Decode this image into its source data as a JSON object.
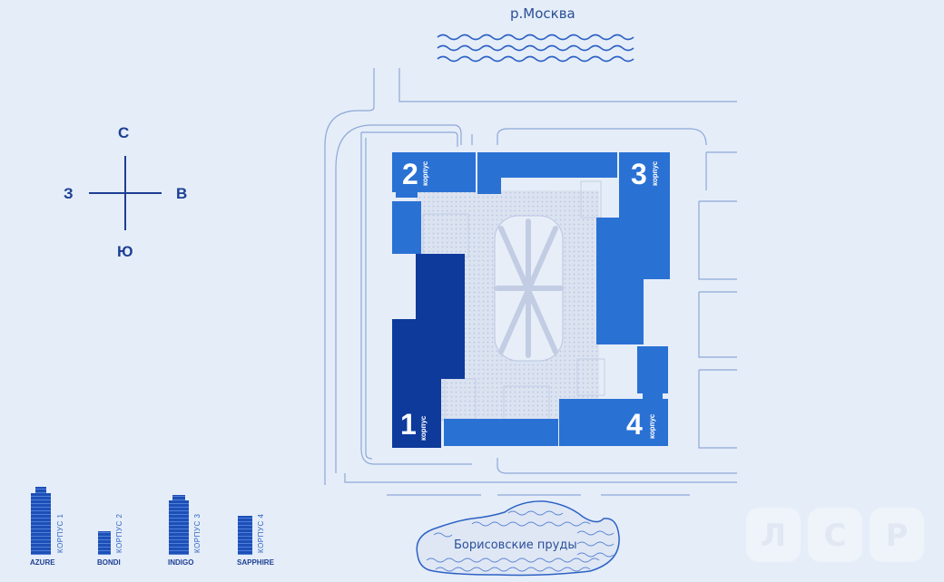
{
  "river_label": "р.Москва",
  "pond_label": "Борисовские пруды",
  "compass": {
    "north": "С",
    "south": "Ю",
    "west": "З",
    "east": "В"
  },
  "buildings": [
    {
      "number": "1",
      "word": "корпус",
      "color": "#0e3a9c"
    },
    {
      "number": "2",
      "word": "корпус",
      "color": "#2a71d4"
    },
    {
      "number": "3",
      "word": "корпус",
      "color": "#2a71d4"
    },
    {
      "number": "4",
      "word": "корпус",
      "color": "#2a71d4"
    }
  ],
  "legend": [
    {
      "name": "AZURE",
      "label": "КОРПУС 1"
    },
    {
      "name": "BONDI",
      "label": "КОРПУС 2"
    },
    {
      "name": "INDIGO",
      "label": "КОРПУС 3"
    },
    {
      "name": "SAPPHIRE",
      "label": "КОРПУС 4"
    }
  ],
  "logo": [
    "Л",
    "С",
    "Р"
  ],
  "colors": {
    "background": "#e5edf8",
    "dark_blue": "#0e3a9c",
    "blue": "#2a71d4",
    "line": "#3b63b8"
  }
}
